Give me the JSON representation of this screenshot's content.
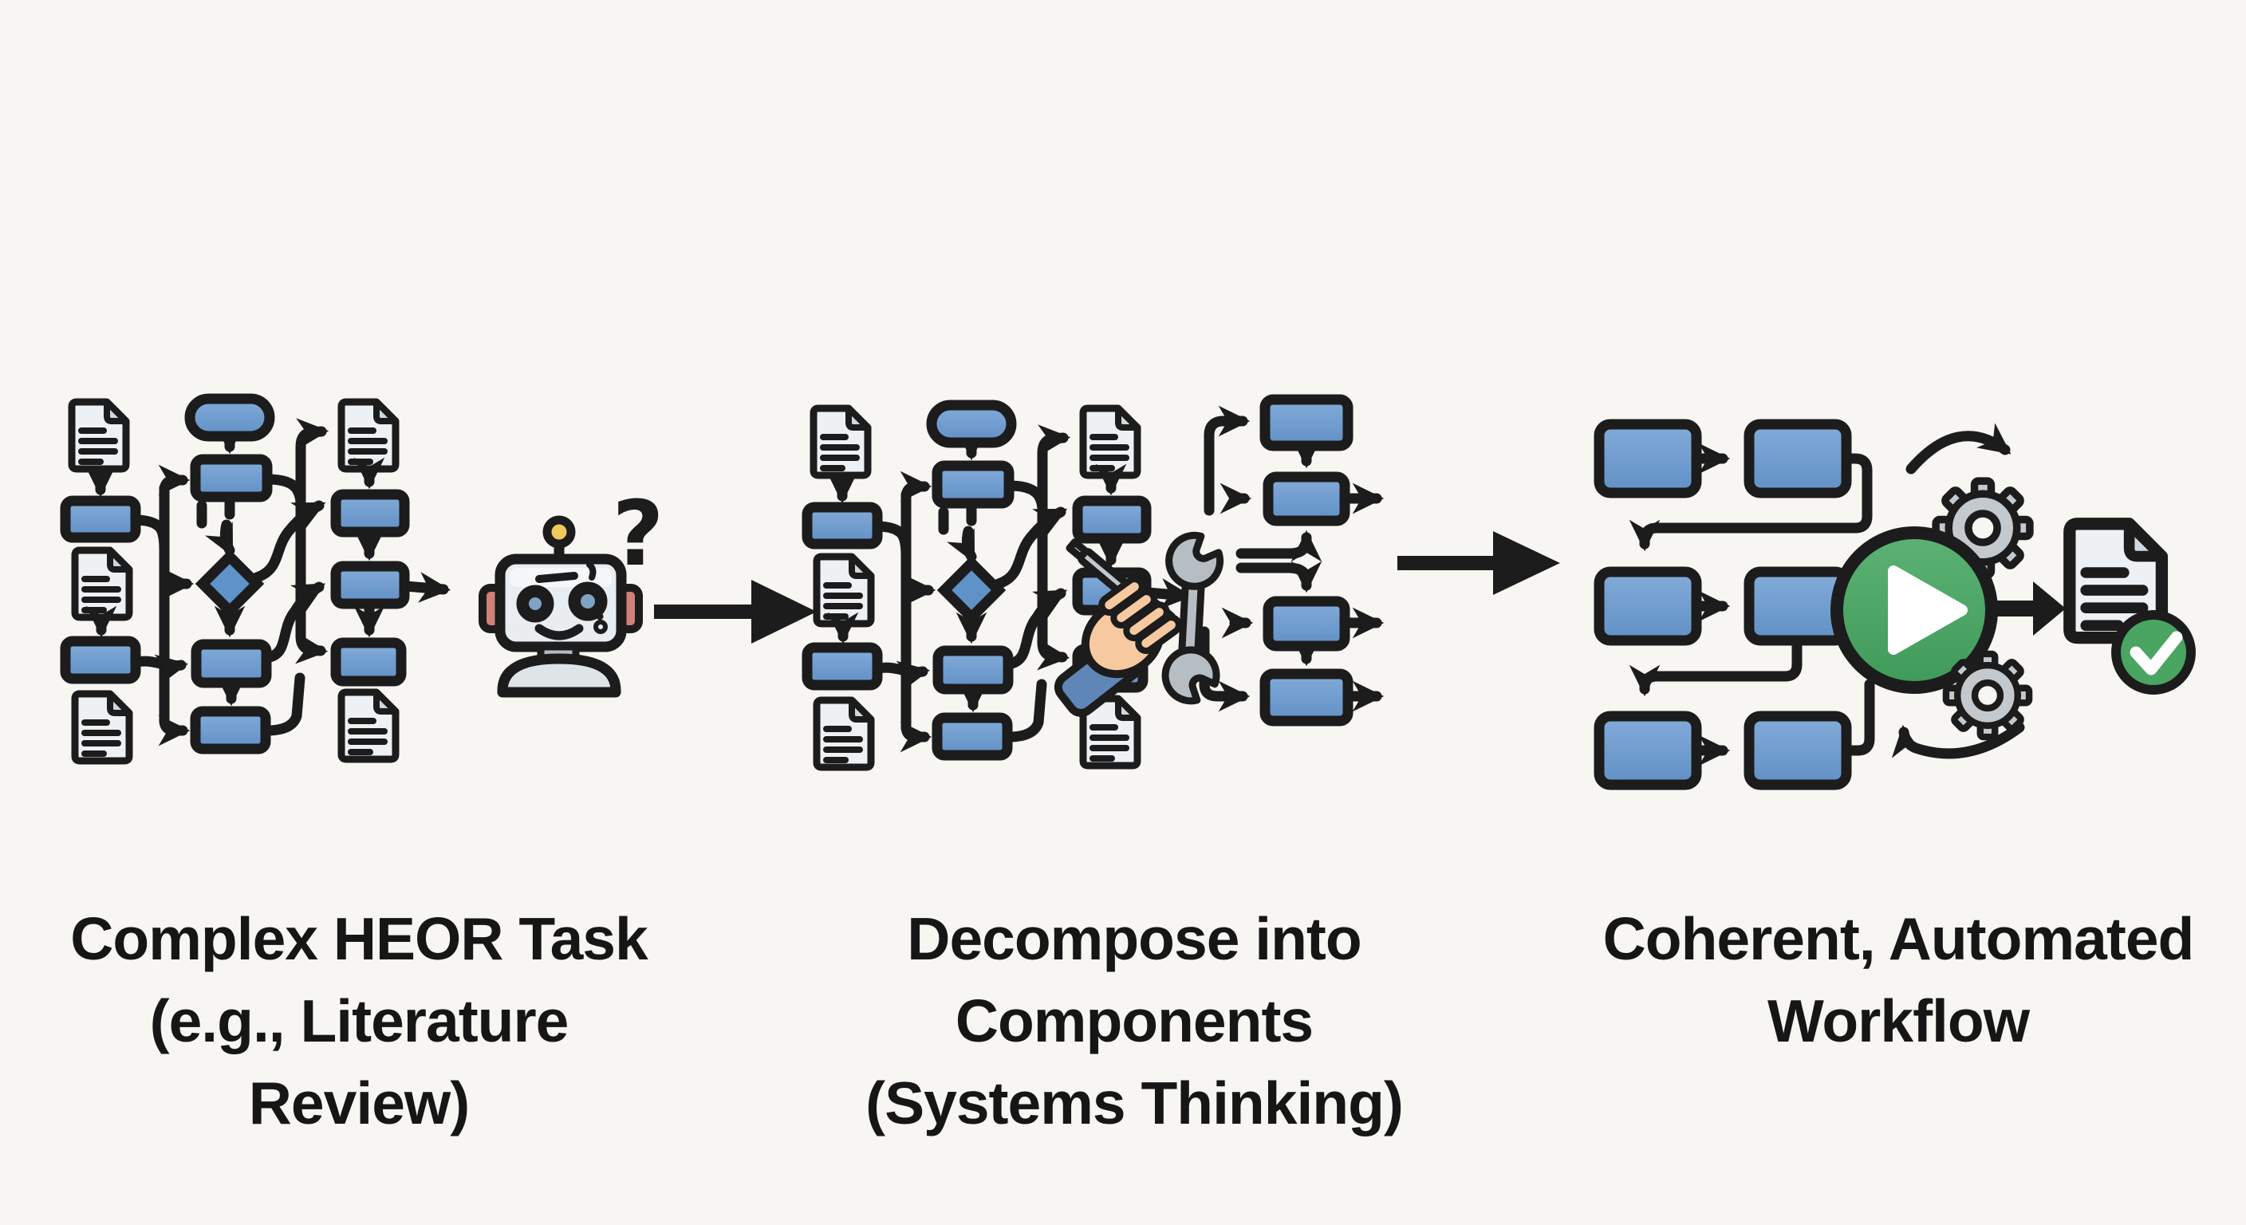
{
  "page": {
    "background": "#f7f6f2",
    "kind": "process-diagram"
  },
  "colors": {
    "bg": "#f7f6f2",
    "ink": "#1c1c1c",
    "text": "#161616",
    "blue1": "#82abd9",
    "blue2": "#6190c5",
    "blued": "#5f92c9",
    "doc": "#edf1f4",
    "docshade": "#cfd8de",
    "green1": "#5cb274",
    "green2": "#3f9a59",
    "greencheck": "#49a561",
    "gear": "#c3c9cd",
    "metal": "#b6bec4",
    "skin": "#f7c9a0",
    "sleeve": "#5e87b8",
    "robotbody": "#e9edf0",
    "robotear": "#d0807a",
    "roboteye": "#7fa3c4",
    "antenna": "#eec95b",
    "robotbase": "#dfe4e7"
  },
  "stages": [
    {
      "id": "complex-task",
      "caption_line1": "Complex HEOR Task",
      "caption_line2": "(e.g., Literature Review)",
      "icons": [
        "document-icon",
        "flowchart-box-icon",
        "decision-diamond-icon",
        "tangled-connector-lines"
      ]
    },
    {
      "id": "decompose",
      "caption_line1": "Decompose into Components",
      "caption_line2": "(Systems Thinking)",
      "icons": [
        "document-icon",
        "flowchart-box-icon",
        "hand-wrench-icon",
        "screwdriver-icon",
        "component-stack-icon"
      ]
    },
    {
      "id": "automated-workflow",
      "caption_line1": "Coherent, Automated",
      "caption_line2": "Workflow",
      "icons": [
        "flowchart-box-icon",
        "play-button-icon",
        "gear-icon",
        "cycle-arrow-icon",
        "document-check-icon"
      ]
    }
  ],
  "robot": {
    "name": "confused-robot-icon",
    "question_mark": "?"
  }
}
